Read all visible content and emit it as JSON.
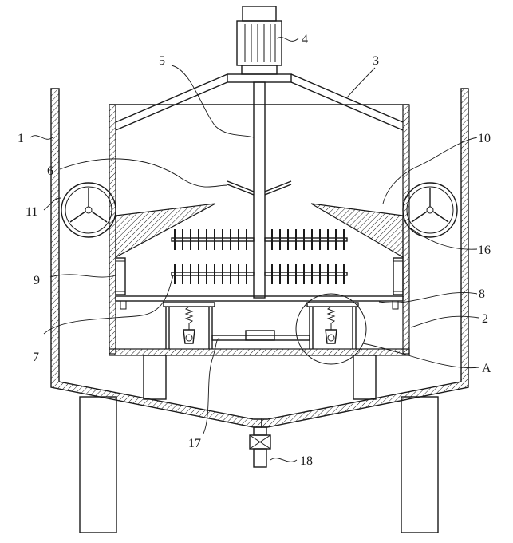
{
  "labels": {
    "l1": "1",
    "l2": "2",
    "l3": "3",
    "l4": "4",
    "l5": "5",
    "l6": "6",
    "l7": "7",
    "l8": "8",
    "l9": "9",
    "l10": "10",
    "l11": "11",
    "l16": "16",
    "l17": "17",
    "l18": "18",
    "lA": "A"
  }
}
